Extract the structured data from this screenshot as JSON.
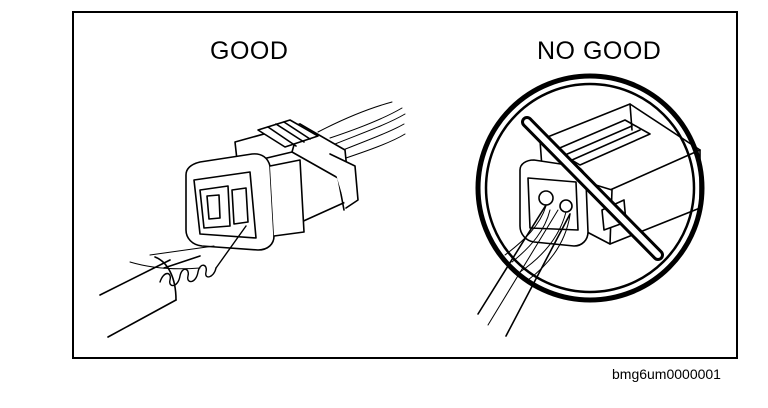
{
  "labels": {
    "good": "GOOD",
    "no_good": "NO GOOD"
  },
  "figure_id": "bmg6um0000001",
  "colors": {
    "line": "#000000",
    "background": "#ffffff"
  },
  "icons": [
    "prohibition-icon"
  ]
}
